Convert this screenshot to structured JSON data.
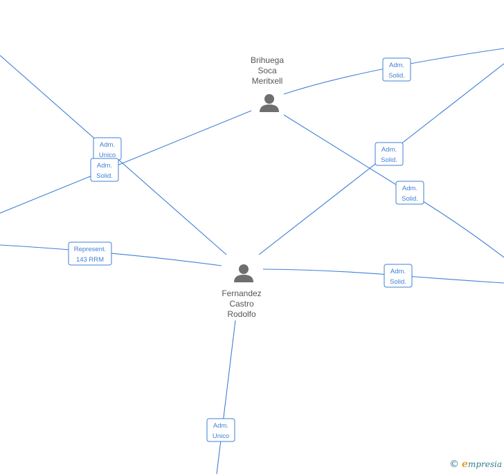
{
  "people": [
    {
      "id": "brihuega",
      "name_lines": [
        "Brihuega",
        "Soca",
        "Meritxell"
      ]
    },
    {
      "id": "fernandez",
      "name_lines": [
        "Fernandez",
        "Castro",
        "Rodolfo"
      ]
    }
  ],
  "relations": [
    {
      "id": "r1",
      "label_lines": [
        "Adm.",
        "Unico"
      ]
    },
    {
      "id": "r2",
      "label_lines": [
        "Adm.",
        "Solid."
      ]
    },
    {
      "id": "r3",
      "label_lines": [
        "Represent.",
        "143 RRM"
      ]
    },
    {
      "id": "r4",
      "label_lines": [
        "Adm.",
        "Solid."
      ]
    },
    {
      "id": "r5",
      "label_lines": [
        "Adm.",
        "Solid."
      ]
    },
    {
      "id": "r6",
      "label_lines": [
        "Adm.",
        "Solid."
      ]
    },
    {
      "id": "r7",
      "label_lines": [
        "Adm.",
        "Solid."
      ]
    },
    {
      "id": "r8",
      "label_lines": [
        "Adm.",
        "Unico"
      ]
    }
  ],
  "brand": {
    "copyright": "©",
    "initial": "e",
    "rest": "mpresia"
  },
  "colors": {
    "edge": "#3f7fd6",
    "person_icon": "#6e6e6e",
    "name_text": "#555555",
    "brand": "#2f7d8c",
    "brand_accent": "#e8a020"
  }
}
